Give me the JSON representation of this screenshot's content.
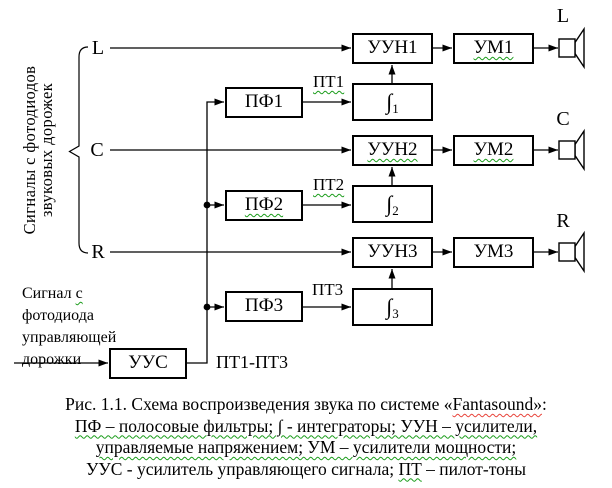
{
  "colors": {
    "ink": "#000000",
    "background": "#ffffff",
    "spellcheck_green": "#1a9c1a",
    "spellcheck_red": "#e8433a"
  },
  "left_panel": {
    "vertical_caption": {
      "line1": "Сигналы с фотодиодов",
      "line2": "звуковых дорожек"
    },
    "channel_inputs": {
      "l": "L",
      "c": "C",
      "r": "R"
    },
    "control_signal_caption": {
      "word1": "Сигнал",
      "word2_misspelled": "с",
      "line2": "фотодиода",
      "line3": "управляющей",
      "line4": "дорожки"
    }
  },
  "blocks": {
    "pf1": "ПФ1",
    "pf2": "ПФ2",
    "pf3": "ПФ3",
    "integrator_symbol": "∫",
    "int1_sub": "1",
    "int2_sub": "2",
    "int3_sub": "3",
    "uun1": "УУН1",
    "uun2": "УУН2",
    "uun3": "УУН3",
    "um1": "УМ1",
    "um2": "УМ2",
    "um3": "УМ3",
    "uus": "УУС"
  },
  "wire_labels": {
    "pt1": "ПТ1",
    "pt2": "ПТ2",
    "pt3": "ПТ3",
    "pt_range": "ПТ1-ПТ3"
  },
  "speaker_outputs": {
    "l": "L",
    "c": "C",
    "r": "R"
  },
  "caption": {
    "line1_pre": "Рис. 1.1. Схема воспроизведения звука по системе «",
    "line1_word": "Fantasound»",
    "line1_post": ":",
    "line2": "ПФ – полосовые фильтры; ∫ - интеграторы; УУН – усилители,",
    "line3": "управляемые напряжением; УМ – усилители мощности;",
    "line4_pre": "УУС - усилитель управляющего сигнала; ",
    "line4_word": "ПТ",
    "line4_post": " – пилот-тоны"
  }
}
